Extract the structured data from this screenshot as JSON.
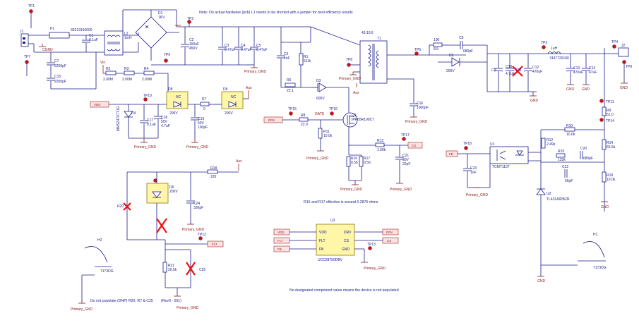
{
  "notes": {
    "top": "Note: On actual hardware (pcb) L1 needs to be shorted with a jumper for best efficiency results",
    "r16r17": "R16 and R17 effective is around 0.2875 ohms",
    "dnp": "Do not populate (DNP) R20, R7 & C25",
    "dnp_tail": "(Rev0 - 001)",
    "undesignated": "No designated component value means the device is not populated"
  },
  "testpoints": [
    "TP1",
    "TP7",
    "TP2",
    "TP6",
    "TP8",
    "TP5",
    "TP3",
    "TP4",
    "TP9",
    "TP10",
    "TP11",
    "TP12",
    "TP13",
    "TP14",
    "TP15",
    "TP16",
    "TP17",
    "TP18"
  ],
  "ground": {
    "primary": "Primary_GND",
    "gnd": "GND",
    "cgnd": "CGND"
  },
  "components": {
    "J1": {
      "ref": "J1"
    },
    "F1": {
      "ref": "F1",
      "val": "39213150000"
    },
    "C1": {
      "ref": "C1",
      "val": "0.1uF"
    },
    "L2": {
      "ref": "L2",
      "val": "1mH"
    },
    "D1": {
      "ref": "D1",
      "val": "1KV"
    },
    "C2": {
      "ref": "C2",
      "val": "150uF",
      "val2": "450V"
    },
    "C3": {
      "ref": "C3",
      "val": "0.47uF"
    },
    "C4": {
      "ref": "C4",
      "val": "0.47uF"
    },
    "C5": {
      "ref": "C5",
      "val": "0.47uF"
    },
    "C6": {
      "ref": "C6",
      "val": "1nF"
    },
    "R1": {
      "ref": "R1",
      "val": "511k"
    },
    "R6": {
      "ref": "R6",
      "val": "22.1"
    },
    "D3": {
      "ref": "D3",
      "val": "600V"
    },
    "T1": {
      "ref": "T1",
      "val": "43:10:6"
    },
    "C7": {
      "ref": "C7",
      "val": "2200pF"
    },
    "C15": {
      "ref": "C15",
      "val": "2200pF"
    },
    "R2": {
      "ref": "R2",
      "val": "2.00M"
    },
    "R3": {
      "ref": "R3",
      "val": "2.00M"
    },
    "R4": {
      "ref": "R4",
      "val": "2.00M"
    },
    "D4": {
      "ref": "D4",
      "val": "MMSZ4707T1G"
    },
    "C17": {
      "ref": "C17",
      "val": "0.1uF"
    },
    "C18": {
      "ref": "C18",
      "val": "4.7uF",
      "val2": "50V"
    },
    "D8": {
      "ref": "D8",
      "val": "200V"
    },
    "R7": {
      "ref": "R7",
      "val": "0"
    },
    "C19": {
      "ref": "C19",
      "val": "100pF",
      "val2": "50V"
    },
    "D5": {
      "ref": "D5",
      "val": "200V"
    },
    "Q1": {
      "ref": "Q1",
      "val": "IPP65R190C7"
    },
    "R8": {
      "ref": "R8",
      "val": "22.0"
    },
    "R11": {
      "ref": "R11",
      "val": "10.0k"
    },
    "R13": {
      "ref": "R13",
      "val": "1.00k"
    },
    "R16": {
      "ref": "R16",
      "val": "0.56"
    },
    "R17": {
      "ref": "R17",
      "val": "0.56"
    },
    "C21": {
      "ref": "C21",
      "val": "22pF",
      "val2": "50V"
    },
    "R18": {
      "ref": "R18",
      "val": "220"
    },
    "D6": {
      "ref": "D6",
      "val": "200V"
    },
    "C24": {
      "ref": "C24",
      "val": "330pF"
    },
    "R20": {
      "ref": "R20"
    },
    "R21": {
      "ref": "R21",
      "val": "20.5k"
    },
    "C25": {
      "ref": "C25"
    },
    "U3": {
      "ref": "U3",
      "val": "UCC28750DBV",
      "pins": [
        "VDD",
        "FLT",
        "FB",
        "DRV",
        "CS",
        "GND"
      ]
    },
    "H2": {
      "ref": "H2",
      "val": "7173DG"
    },
    "H1": {
      "ref": "H1",
      "val": "7173DG"
    },
    "R5": {
      "ref": "R5",
      "val": "100",
      "val2": "8.5"
    },
    "C8": {
      "ref": "C8",
      "val": "680pF"
    },
    "D2": {
      "ref": "D2",
      "val": "200V"
    },
    "C16": {
      "ref": "C16",
      "val": "1000pF"
    },
    "C9": {
      "ref": "C9"
    },
    "C10": {
      "ref": "C10",
      "val": "4.7uF"
    },
    "C11": {
      "ref": "C11"
    },
    "C12": {
      "ref": "C12",
      "val": "470uF"
    },
    "L1": {
      "ref": "L1",
      "val": "1uH",
      "val2": "7447720100"
    },
    "C13": {
      "ref": "C13",
      "val": "470uF"
    },
    "C14": {
      "ref": "C14",
      "val": "47uF"
    },
    "J2": {
      "ref": "J2"
    },
    "R9": {
      "ref": "R9",
      "val": "51.0"
    },
    "R10": {
      "ref": "R10",
      "val": "10.0k"
    },
    "R12": {
      "ref": "R12",
      "val": "2.49k"
    },
    "R14": {
      "ref": "R14",
      "val": "66.5k"
    },
    "R15": {
      "ref": "R15",
      "val": "133k"
    },
    "C20": {
      "ref": "C20",
      "val": "680pF"
    },
    "C22": {
      "ref": "C22",
      "val": "56pF"
    },
    "R19": {
      "ref": "R19",
      "val": "10.0k"
    },
    "U1": {
      "ref": "U1",
      "val": "TCMT1107"
    },
    "C23": {
      "ref": "C23",
      "val": "1nF"
    },
    "U2": {
      "ref": "U2",
      "val": "TL431AIDBZR"
    }
  },
  "nets": {
    "vdd": "VDD",
    "drv": "DRV",
    "gate": "GATE",
    "cs": "CS",
    "fb": "FB",
    "flt": "FLT",
    "nc": "NC",
    "vin": "Vin",
    "aux": "Aux"
  }
}
